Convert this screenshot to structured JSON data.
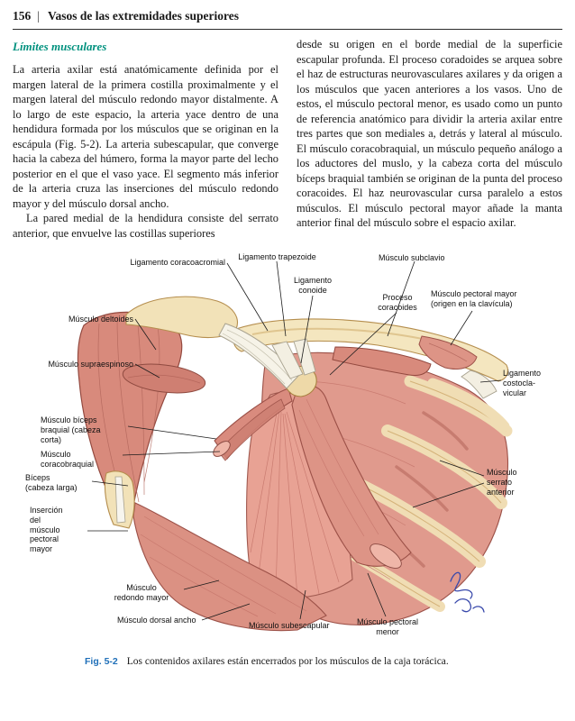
{
  "page": {
    "number": "156",
    "separator": "|",
    "title": "Vasos de las extremidades superiores"
  },
  "section": {
    "heading": "Límites musculares"
  },
  "body": {
    "left": [
      "La arteria axilar está anatómicamente definida por el margen lateral de la primera costilla proximalmente y el margen lateral del músculo redondo mayor distalmente. A lo largo de este espacio, la arteria yace dentro de una hendidura formada por los músculos que se originan en la escápula (Fig. 5-2). La arteria subescapular, que converge hacia la cabeza del húmero, forma la mayor parte del lecho posterior en el que el vaso yace. El segmento más inferior de la arteria cruza las inserciones del músculo redondo mayor y del músculo dorsal ancho.",
      "La pared medial de la hendidura consiste del serrato anterior, que envuelve las costillas superiores"
    ],
    "right": [
      "desde su origen en el borde medial de la superficie escapular profunda. El proceso coradoides se arquea sobre el haz de estructuras neurovasculares axilares y da origen a los músculos que yacen anteriores a los vasos. Uno de estos, el músculo pectoral menor, es usado como un punto de referencia anatómico para dividir la arteria axilar entre tres partes que son mediales a, detrás y lateral al músculo. El músculo coracobraquial, un músculo pequeño análogo a los aductores del muslo, y la cabeza corta del músculo bíceps braquial también se originan de la punta del proceso coracoides. El haz neurovascular cursa paralelo a estos músculos. El músculo pectoral mayor añade la manta anterior final del músculo sobre el espacio axilar."
    ]
  },
  "figure": {
    "labels": [
      "Ligamento coracoacromial",
      "Ligamento trapezoide",
      "Ligamento\nconoide",
      "Músculo subclavio",
      "Proceso\ncoracoides",
      "Músculo pectoral mayor\n(origen en la clavícula)",
      "Músculo deltoides",
      "Músculo supraespinoso",
      "Ligamento\ncostocla-\nvicular",
      "Músculo bíceps\nbraquial (cabeza\ncorta)",
      "Músculo\ncoracobraquial",
      "Bíceps\n(cabeza larga)",
      "Inserción\ndel\nmúsculo\npectoral\nmayor",
      "Músculo\nserrato\nanterior",
      "Músculo\nredondo mayor",
      "Músculo dorsal ancho",
      "Músculo subescapular",
      "Músculo pectoral\nmenor"
    ],
    "caption_label": "Fig. 5-2",
    "caption_text": "Los contenidos axilares están encerrados por los músculos de la caja torácica."
  },
  "colors": {
    "heading_teal": "#00917e",
    "caption_blue": "#1f6fb8",
    "muscle_pink": "#e09a8d",
    "bone_cream": "#f2e2b8",
    "ligament_white": "#f6f3e8",
    "signature_blue": "#3949ab"
  }
}
